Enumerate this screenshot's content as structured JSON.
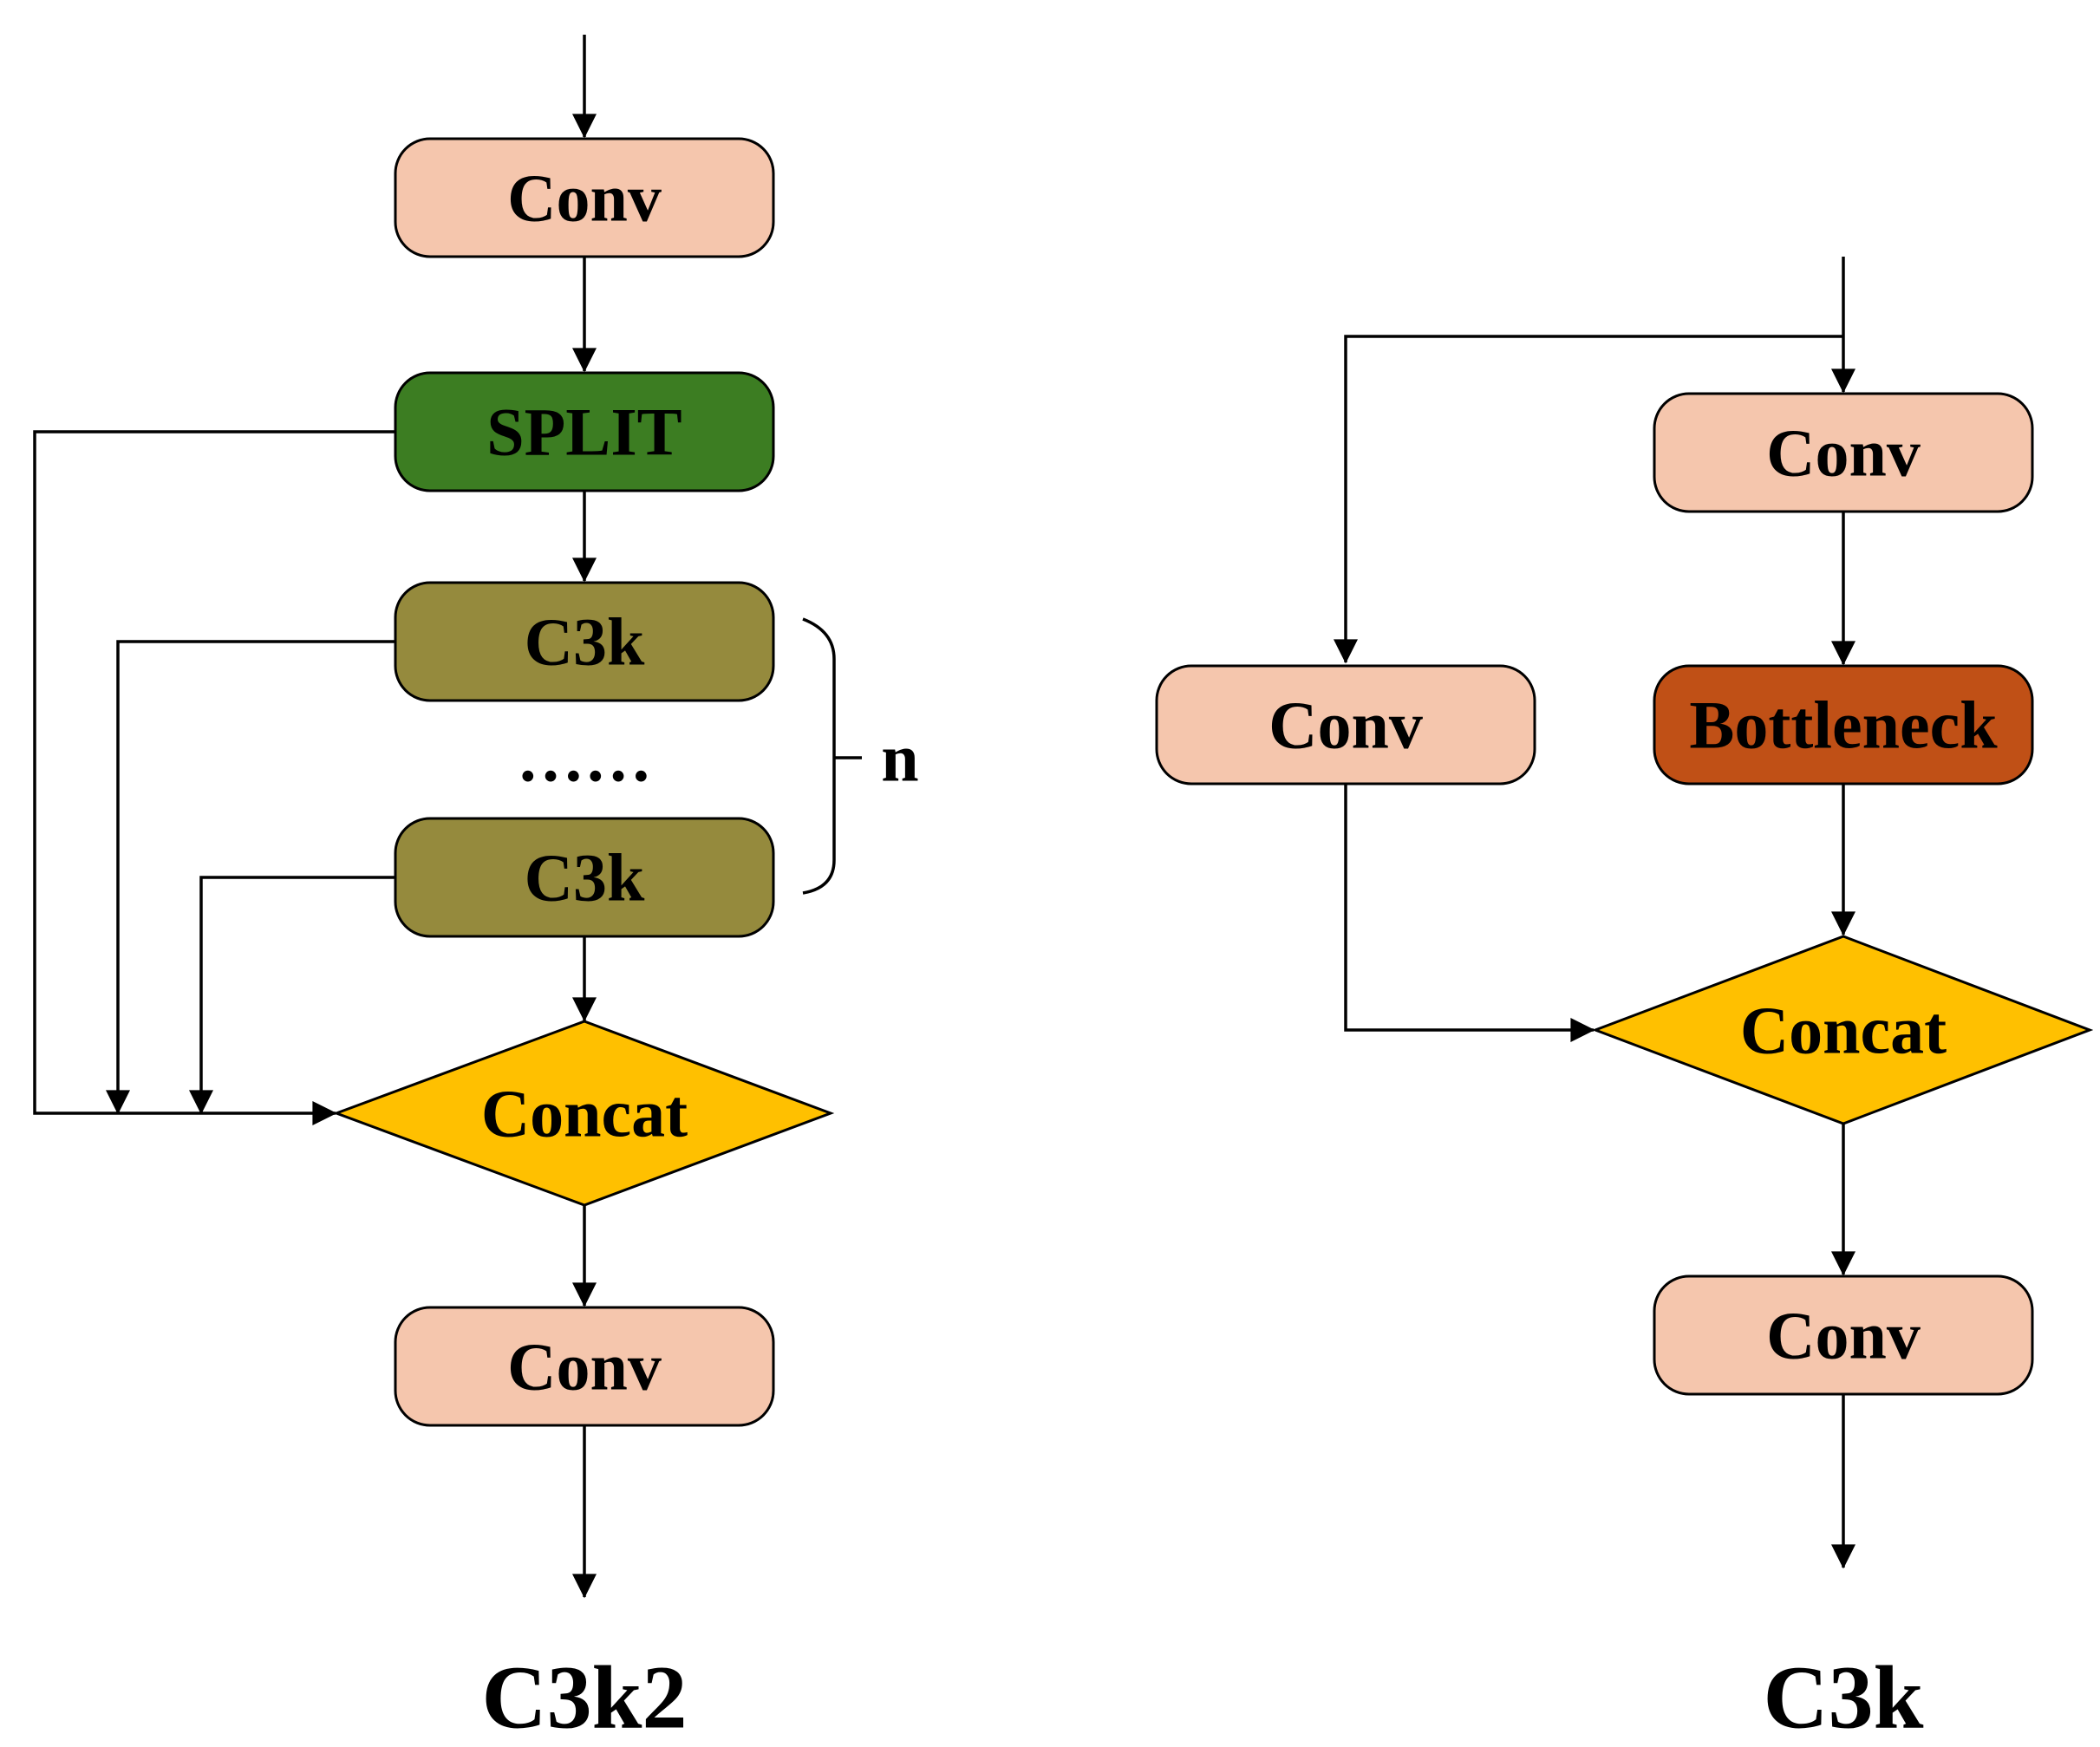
{
  "colors": {
    "conv": "#f5c6ad",
    "split": "#3c7d22",
    "c3k": "#958a3d",
    "bottleneck": "#c05016",
    "concat": "#ffc000"
  },
  "c3k2": {
    "title": "C3k2",
    "conv_top": "Conv",
    "split": "SPLIT",
    "c3k_first": "C3k",
    "ellipsis": "……",
    "c3k_last": "C3k",
    "repeat_label": "n",
    "concat": "Concat",
    "conv_bottom": "Conv"
  },
  "c3k": {
    "title": "C3k",
    "conv_left": "Conv",
    "conv_top": "Conv",
    "bottleneck": "Bottleneck",
    "concat": "Concat",
    "conv_bottom": "Conv"
  }
}
